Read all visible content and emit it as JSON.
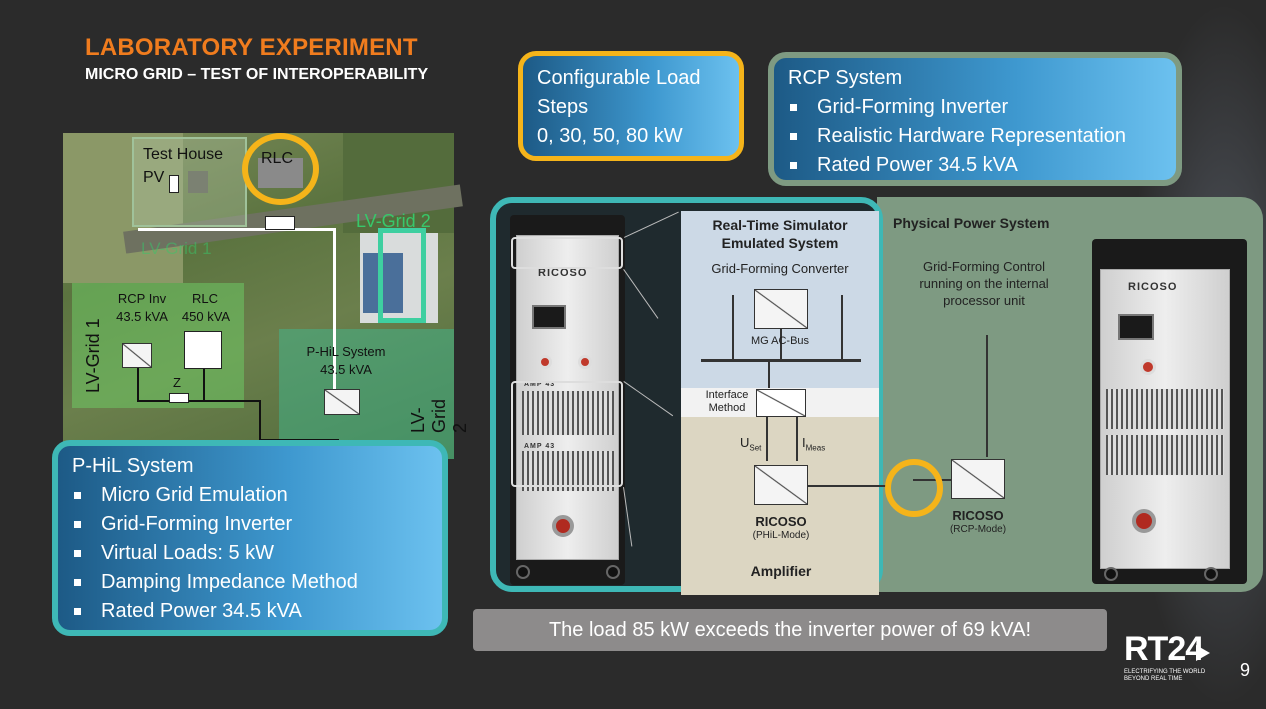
{
  "header": {
    "title": "LABORATORY EXPERIMENT",
    "subtitle": "MICRO GRID – TEST OF INTEROPERABILITY"
  },
  "load_steps": {
    "heading": "Configurable Load Steps",
    "values": "0, 30, 50, 80 kW"
  },
  "rcp_system": {
    "heading": "RCP System",
    "items": [
      "Grid-Forming Inverter",
      "Realistic Hardware Representation",
      "Rated Power 34.5 kVA"
    ]
  },
  "phil_system": {
    "heading": "P-HiL System",
    "items": [
      "Micro Grid Emulation",
      "Grid-Forming Inverter",
      "Virtual Loads: 5 kW",
      "Damping Impedance Method",
      "Rated Power 34.5 kVA"
    ]
  },
  "map": {
    "test_house": "Test House",
    "pv": "PV",
    "rlc_top": "RLC",
    "lv_grid_1_faded": "LV-Grid 1",
    "lv_grid_2_green": "LV-Grid 2",
    "lv_grid_1": "LV-Grid 1",
    "lv_grid_2": "LV-Grid 2",
    "rcp_inv": "RCP Inv",
    "rcp_inv_power": "43.5 kVA",
    "rlc": "RLC",
    "rlc_power": "450 kVA",
    "z_label": "Z",
    "phil_system": "P-HiL System",
    "phil_power": "43.5 kVA"
  },
  "diagram": {
    "sim_title": "Real-Time Simulator",
    "sim_subtitle": "Emulated System",
    "gfc": "Grid-Forming Converter",
    "ac_bus": "MG AC-Bus",
    "interface": "Interface",
    "method": "Method",
    "u_set": "U",
    "u_set_sub": "Set",
    "i_meas": "I",
    "i_meas_sub": "Meas",
    "ricoso_phil": "RICOSO",
    "ricoso_phil_mode": "(PHiL-Mode)",
    "amplifier": "Amplifier",
    "physical": "Physical Power System",
    "control": "Grid-Forming Control running on the internal processor unit",
    "ricoso_rcp": "RICOSO",
    "ricoso_rcp_mode": "(RCP-Mode)",
    "rack_logo": "RICOSO",
    "amp_label": "AMP 43"
  },
  "banner": "The load 85 kW exceeds the inverter power of 69 kVA!",
  "footer": {
    "logo": "RT24",
    "tagline": "ELECTRIFYING THE WORLD BEYOND REAL TIME",
    "page": "9"
  }
}
